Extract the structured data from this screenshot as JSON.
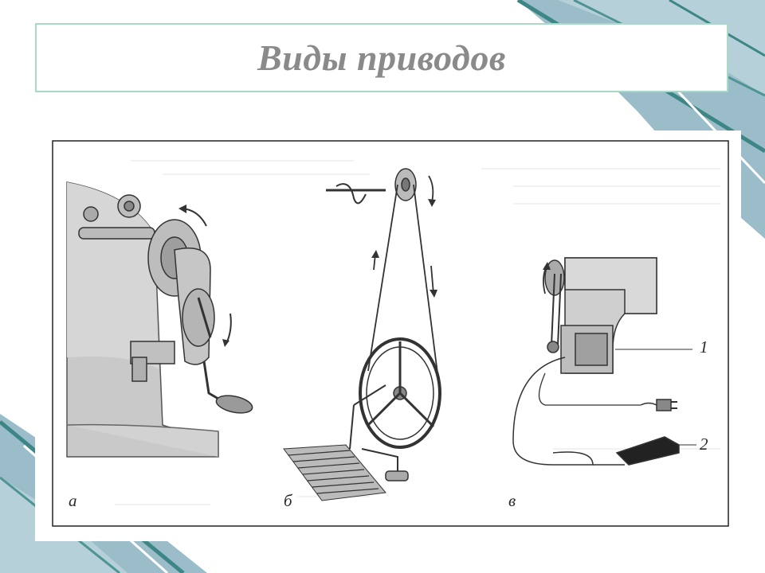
{
  "slide": {
    "title": "Виды приводов"
  },
  "figure": {
    "panel_labels": [
      "а",
      "б",
      "в"
    ],
    "callouts": [
      "1",
      "2"
    ]
  },
  "colors": {
    "title_border": "#a9d9c4",
    "title_text": "#8a8a8a",
    "decor_teal": "#3e8686",
    "decor_blue": "#8fb6c4"
  }
}
